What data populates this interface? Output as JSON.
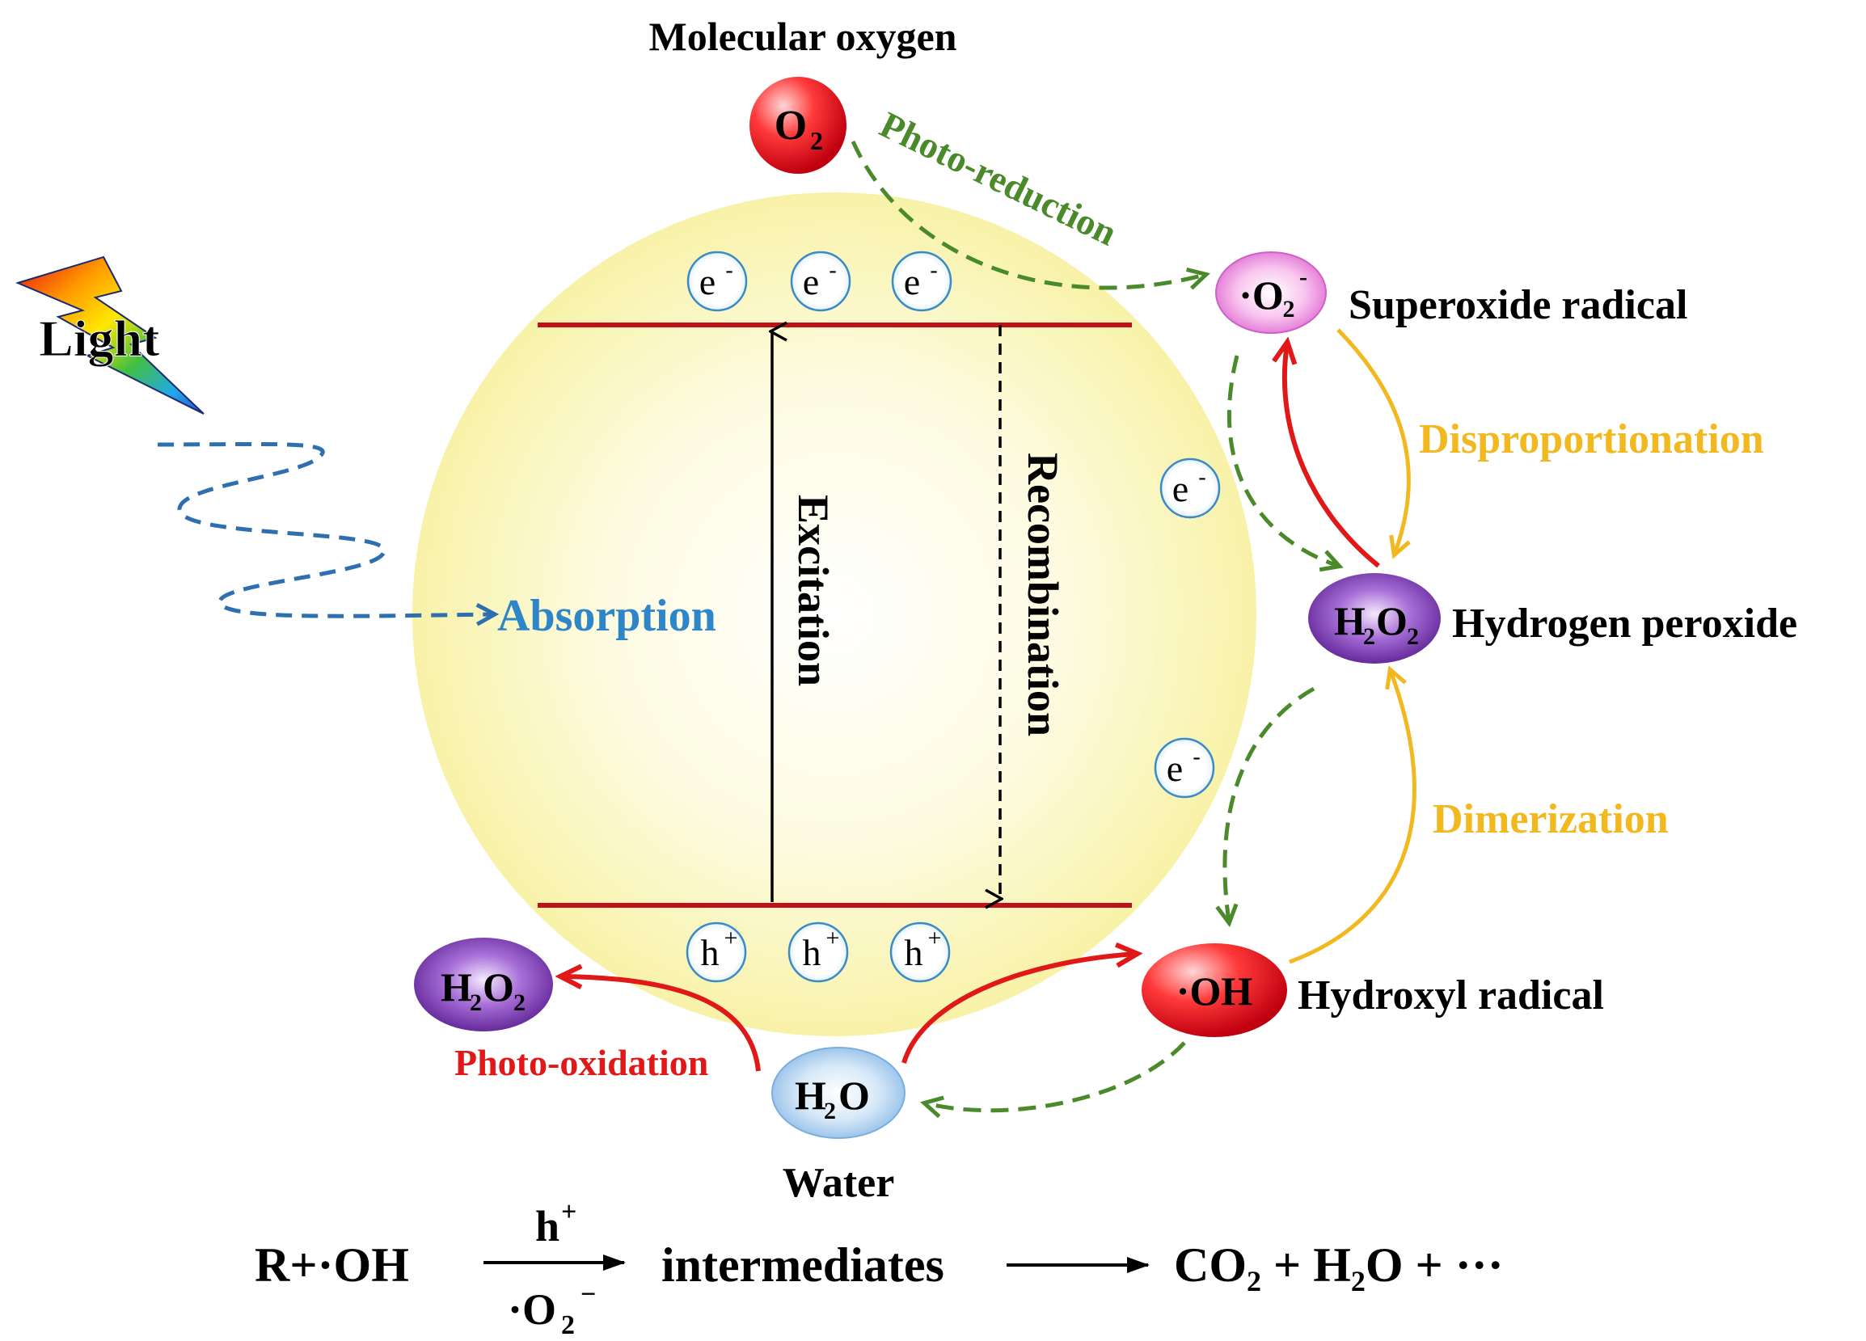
{
  "light": {
    "label": "Light"
  },
  "absorption": {
    "label": "Absorption",
    "color": "#2e86c9"
  },
  "band": {
    "excitation": "Excitation",
    "recombination": "Recombination",
    "electron": "e",
    "electron_sup": "-",
    "hole": "h",
    "hole_sup": "+"
  },
  "species": {
    "o2": {
      "label": "Molecular oxygen",
      "main": "O",
      "sub": "2"
    },
    "superoxide": {
      "label": "Superoxide radical",
      "prefix": "·O",
      "sub": "2",
      "sup": "-"
    },
    "h2o2_right": {
      "label": "Hydrogen peroxide",
      "a": "H",
      "a_sub": "2",
      "b": "O",
      "b_sub": "2"
    },
    "hydroxyl": {
      "label": "Hydroxyl radical",
      "main": "·OH"
    },
    "water": {
      "label": "Water",
      "a": "H",
      "a_sub": "2",
      "b": "O"
    },
    "h2o2_left": {
      "a": "H",
      "a_sub": "2",
      "b": "O",
      "b_sub": "2"
    }
  },
  "processes": {
    "photo_reduction": {
      "label": "Photo-reduction",
      "color": "#4a8a2a"
    },
    "disproportionation": {
      "label": "Disproportionation",
      "color": "#f2b820"
    },
    "dimerization": {
      "label": "Dimerization",
      "color": "#f2b820"
    },
    "photo_oxidation": {
      "label": "Photo-oxidation",
      "color": "#e01818"
    }
  },
  "equation": {
    "reactant": "R+·OH",
    "above_arrow": "h",
    "above_sup": "+",
    "below_arrow": "·O",
    "below_sub": "2",
    "below_sup": "−",
    "intermediates": "intermediates",
    "products_a": "CO",
    "products_a_sub": "2",
    "products_b": " + H",
    "products_b_sub": "2",
    "products_c": "O + ···"
  },
  "colors": {
    "particle": "#fbf6b0",
    "band_line": "#c0101a",
    "o2_fill": "#e0141c",
    "superoxide_fill": "#f08be0",
    "h2o2_fill": "#7b3fa8",
    "oh_fill": "#e0141c",
    "water_fill": "#a9cdee",
    "dashed_green": "#4a8a2a"
  }
}
